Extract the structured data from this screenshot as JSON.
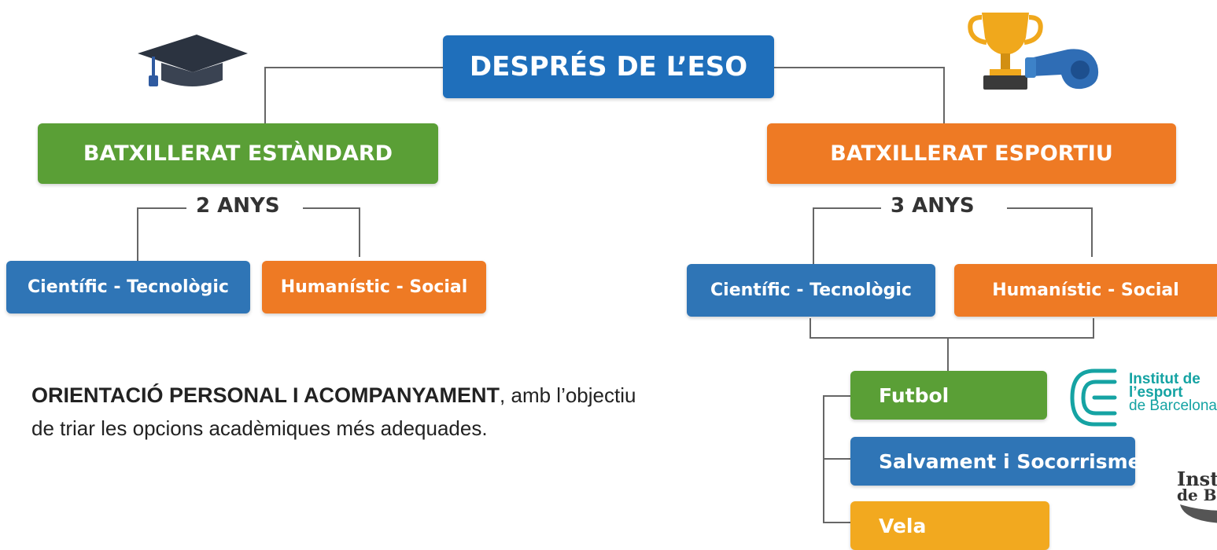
{
  "title": "DESPRÉS DE L’ESO",
  "left_branch": {
    "label": "BATXILLERAT ESTÀNDARD",
    "years": "2 ANYS",
    "options": [
      "Científic - Tecnològic",
      "Humanístic - Social"
    ]
  },
  "right_branch": {
    "label": "BATXILLERAT ESPORTIU",
    "years": "3 ANYS",
    "options": [
      "Científic - Tecnològic",
      "Humanístic - Social"
    ],
    "sports": [
      "Futbol",
      "Salvament i Socorrisme",
      "Vela"
    ]
  },
  "note": {
    "bold": "ORIENTACIÓ PERSONAL I ACOMPANYAMENT",
    "rest": ", amb l’objectiu de triar les opcions acadèmiques més adequades."
  },
  "logo_institut": {
    "line1": "Institut de",
    "line2": "l’esport",
    "line3": "de Barcelona"
  },
  "logo_partial": {
    "line1": "Inst",
    "line2": "de B"
  },
  "colors": {
    "blue": "#2f75b6",
    "green": "#5a9f36",
    "orange": "#ee7a24",
    "yellow": "#f2a91f",
    "teal": "#15a3a3"
  },
  "icons": [
    "graduation-cap-icon",
    "trophy-icon",
    "whistle-icon"
  ]
}
